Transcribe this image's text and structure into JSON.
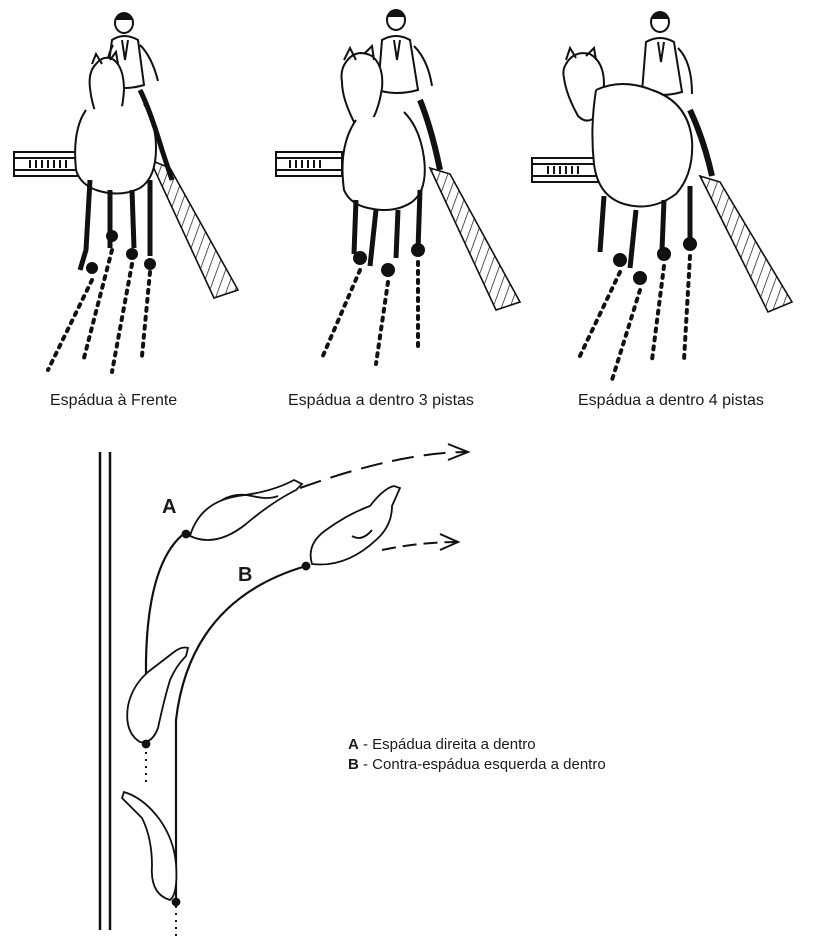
{
  "top_row": {
    "figures": [
      {
        "caption": "Espádua à Frente"
      },
      {
        "caption": "Espádua a dentro 3 pistas"
      },
      {
        "caption": "Espádua a dentro 4 pistas"
      }
    ]
  },
  "arena_diagram": {
    "path_labels": [
      "A",
      "B"
    ],
    "legend": [
      {
        "key": "A",
        "text": " - Espádua direita a dentro"
      },
      {
        "key": "B",
        "text": " - Contra-espádua esquerda a dentro"
      }
    ]
  },
  "colors": {
    "ink": "#111111",
    "background": "#ffffff"
  }
}
